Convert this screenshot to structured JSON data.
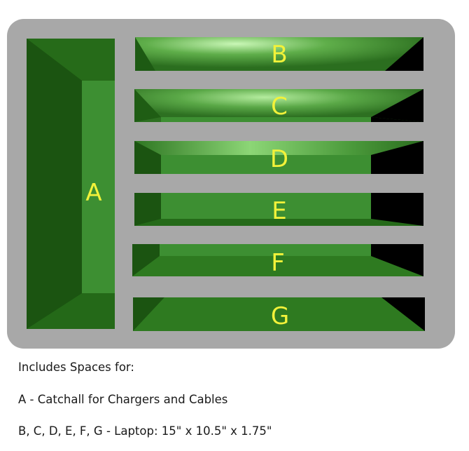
{
  "diagram": {
    "compartments": [
      {
        "id": "A",
        "label": "A"
      },
      {
        "id": "B",
        "label": "B"
      },
      {
        "id": "C",
        "label": "C"
      },
      {
        "id": "D",
        "label": "D"
      },
      {
        "id": "E",
        "label": "E"
      },
      {
        "id": "F",
        "label": "F"
      },
      {
        "id": "G",
        "label": "G"
      }
    ],
    "colors": {
      "tray": "#a8a8a8",
      "slot_dark": "#1c5a12",
      "slot_mid": "#2e7a20",
      "slot_floor": "#3d8f32",
      "slot_highlight": "#b9f2a6",
      "shadow": "#000000",
      "label": "#f2f23a"
    }
  },
  "caption": {
    "heading": "Includes Spaces for:",
    "line_a": "A - Catchall for Chargers and Cables",
    "line_bg": "B, C, D, E, F, G - Laptop: 15\" x 10.5\" x 1.75\""
  }
}
